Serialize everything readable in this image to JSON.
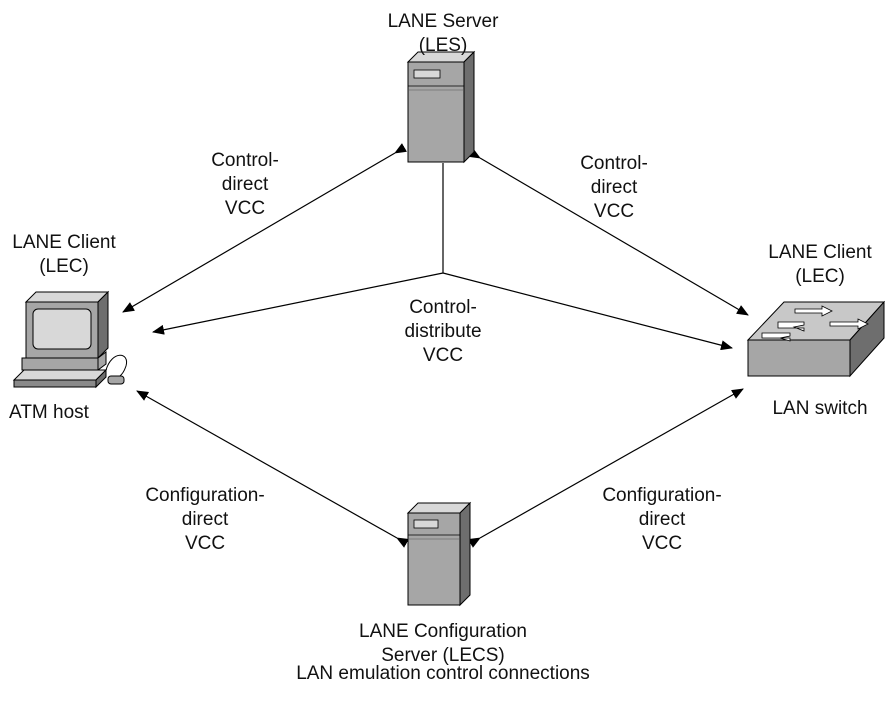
{
  "nodes": {
    "les": {
      "line1": "LANE Server",
      "line2": "(LES)"
    },
    "lec_host": {
      "line1": "LANE Client",
      "line2": "(LEC)",
      "device": "ATM host"
    },
    "lec_switch": {
      "line1": "LANE Client",
      "line2": "(LEC)",
      "device": "LAN switch"
    },
    "lecs": {
      "line1": "LANE Configuration",
      "line2": "Server (LECS)"
    }
  },
  "connections": {
    "control_direct_left": {
      "line1": "Control-",
      "line2": "direct",
      "line3": "VCC"
    },
    "control_direct_right": {
      "line1": "Control-",
      "line2": "direct",
      "line3": "VCC"
    },
    "control_distribute": {
      "line1": "Control-",
      "line2": "distribute",
      "line3": "VCC"
    },
    "config_direct_left": {
      "line1": "Configuration-",
      "line2": "direct",
      "line3": "VCC"
    },
    "config_direct_right": {
      "line1": "Configuration-",
      "line2": "direct",
      "line3": "VCC"
    }
  },
  "caption": "LAN emulation control connections",
  "colors": {
    "line": "#000000",
    "device_light": "#c8c8c8",
    "device_mid": "#a6a6a6",
    "device_dark": "#6e6e6e"
  }
}
